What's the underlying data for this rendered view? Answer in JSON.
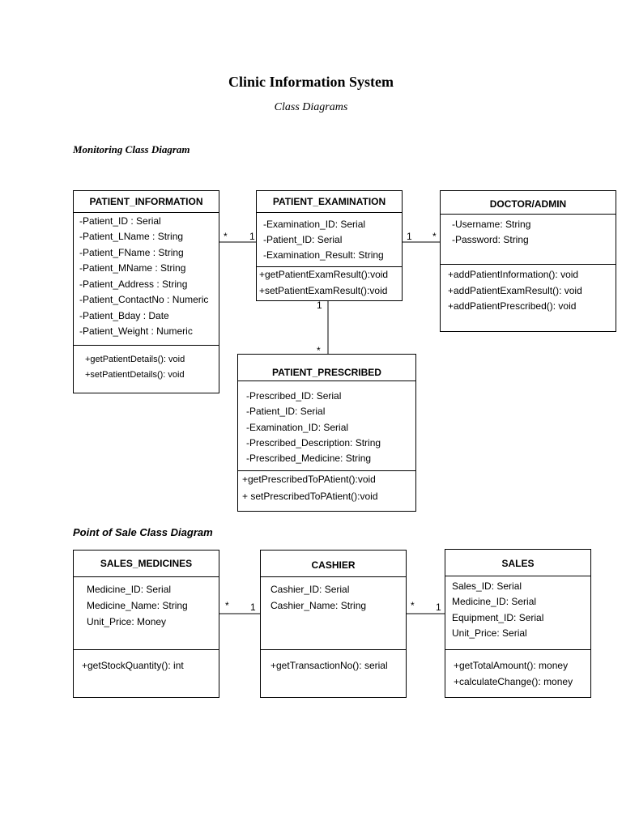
{
  "header": {
    "title": "Clinic Information System",
    "subtitle": "Class Diagrams"
  },
  "sections": {
    "monitoring": "Monitoring Class Diagram",
    "pos": "Point of Sale Class Diagram"
  },
  "classes": {
    "patient_information": {
      "name": "PATIENT_INFORMATION",
      "attributes": [
        "-Patient_ID : Serial",
        "-Patient_LName : String",
        "-Patient_FName : String",
        "-Patient_MName : String",
        "-Patient_Address : String",
        "-Patient_ContactNo : Numeric",
        "-Patient_Bday : Date",
        "-Patient_Weight : Numeric"
      ],
      "methods": [
        "+getPatientDetails(): void",
        "+setPatientDetails(): void"
      ]
    },
    "patient_examination": {
      "name": "PATIENT_EXAMINATION",
      "attributes": [
        "-Examination_ID: Serial",
        "-Patient_ID: Serial",
        "-Examination_Result: String"
      ],
      "methods": [
        "+getPatientExamResult():void",
        "+setPatientExamResult():void"
      ]
    },
    "doctor_admin": {
      "name": "DOCTOR/ADMIN",
      "attributes": [
        "-Username: String",
        "-Password: String"
      ],
      "methods": [
        "+addPatientInformation(): void",
        "+addPatientExamResult(): void",
        "+addPatientPrescribed(): void"
      ]
    },
    "patient_prescribed": {
      "name": "PATIENT_PRESCRIBED",
      "attributes": [
        "-Prescribed_ID: Serial",
        "-Patient_ID: Serial",
        "-Examination_ID: Serial",
        "-Prescribed_Description: String",
        "-Prescribed_Medicine: String"
      ],
      "methods": [
        "+getPrescribedToPAtient():void",
        "+ setPrescribedToPAtient():void"
      ]
    },
    "sales_medicines": {
      "name": "SALES_MEDICINES",
      "attributes": [
        "Medicine_ID: Serial",
        "Medicine_Name: String",
        "Unit_Price: Money"
      ],
      "methods": [
        "+getStockQuantity(): int"
      ]
    },
    "cashier": {
      "name": "CASHIER",
      "attributes": [
        "Cashier_ID: Serial",
        "Cashier_Name: String"
      ],
      "methods": [
        "+getTransactionNo(): serial"
      ]
    },
    "sales": {
      "name": "SALES",
      "attributes": [
        "Sales_ID: Serial",
        "Medicine_ID: Serial",
        "Equipment_ID: Serial",
        "Unit_Price: Serial"
      ],
      "methods": [
        "+getTotalAmount(): money",
        "+calculateChange(): money"
      ]
    }
  },
  "multiplicities": {
    "info_exam_left": "*",
    "info_exam_right": "1",
    "exam_doctor_left": "1",
    "exam_doctor_right": "*",
    "exam_presc_top": "1",
    "exam_presc_bottom": "*",
    "sales_cashier_left": "*",
    "sales_cashier_right": "1",
    "cashier_sales_left": "*",
    "cashier_sales_right": "1"
  }
}
